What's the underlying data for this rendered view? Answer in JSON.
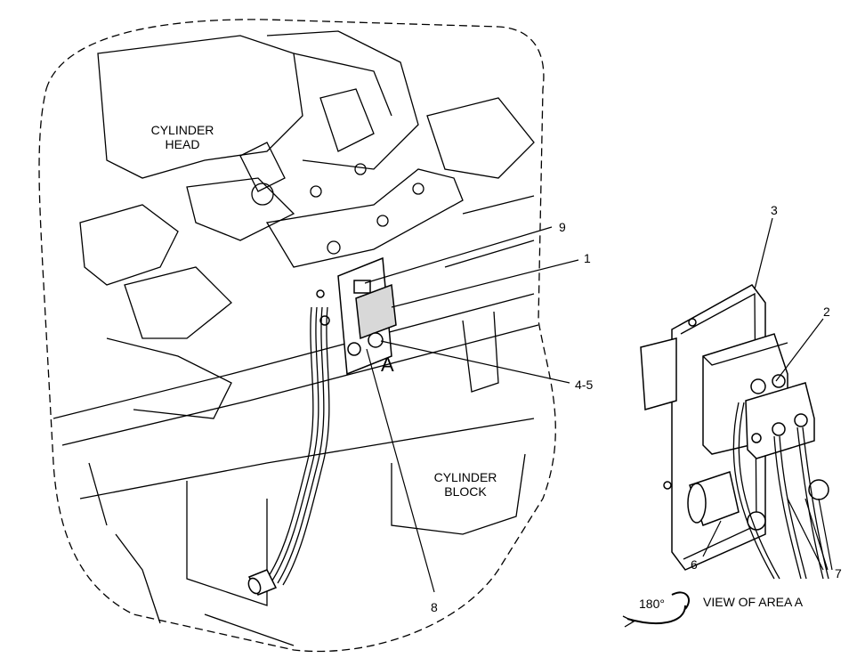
{
  "labels": {
    "cylinder_head": "CYLINDER\nHEAD",
    "cylinder_block": "CYLINDER\nBLOCK",
    "area_marker": "A",
    "view_caption": "VIEW OF AREA  A",
    "rotation": "180°"
  },
  "callouts": [
    "9",
    "1",
    "3",
    "2",
    "4-5",
    "6",
    "7",
    "8"
  ]
}
